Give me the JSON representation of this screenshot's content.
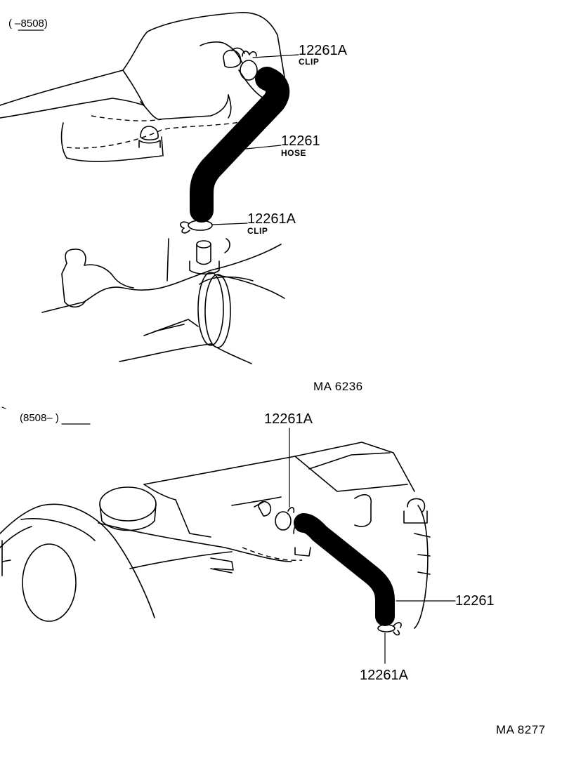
{
  "top_diagram": {
    "range_label": "(       –8508)",
    "callouts": [
      {
        "part": "12261A",
        "desc": "CLIP"
      },
      {
        "part": "12261",
        "desc": "HOSE"
      },
      {
        "part": "12261A",
        "desc": "CLIP"
      }
    ],
    "figure_code": "MA  6236"
  },
  "bottom_diagram": {
    "range_label": "(8508–       )",
    "callouts": [
      {
        "part": "12261A"
      },
      {
        "part": "12261"
      },
      {
        "part": "12261A"
      }
    ],
    "figure_code": "MA 8277"
  }
}
